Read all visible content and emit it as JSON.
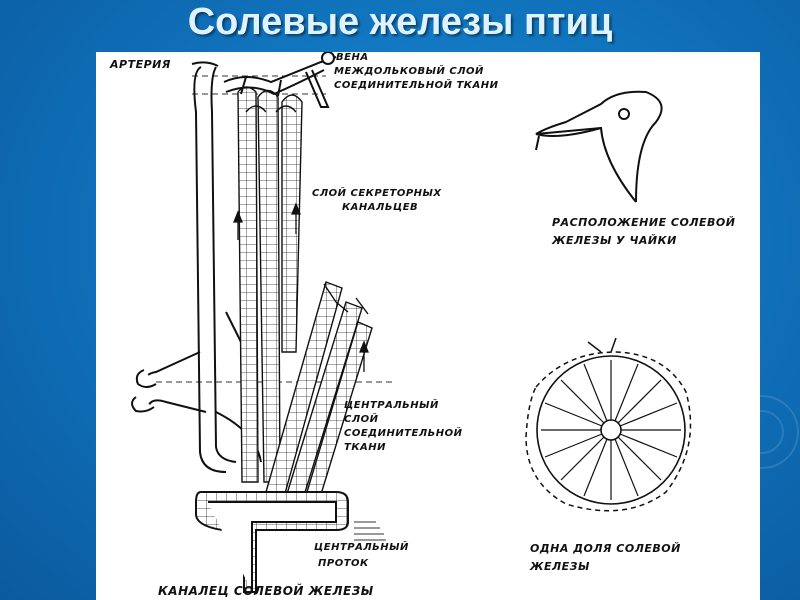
{
  "title": "Солевые железы птиц",
  "labels": {
    "artery": "АРТЕРИЯ",
    "vein": "ВЕНА",
    "interlobular_line1": "МЕЖДОЛЬКОВЫЙ СЛОЙ",
    "interlobular_line2": "СОЕДИНИТЕЛЬНОЙ ТКАНИ",
    "secretory_line1": "СЛОЙ СЕКРЕТОРНЫХ",
    "secretory_line2": "КАНАЛЬЦЕВ",
    "central_layer_line1": "ЦЕНТРАЛЬНЫЙ",
    "central_layer_line2": "СЛОЙ",
    "central_layer_line3": "СОЕДИНИТЕЛЬНОЙ",
    "central_layer_line4": "ТКАНИ",
    "central_duct_line1": "ЦЕНТРАЛЬНЫЙ",
    "central_duct_line2": "ПРОТОК",
    "bottom_caption": "КАНАЛЕЦ   СОЛЕВОЙ  ЖЕЛЕЗЫ",
    "gull_line1": "РАСПОЛОЖЕНИЕ СОЛЕВОЙ",
    "gull_line2": "ЖЕЛЕЗЫ  У  ЧАЙКИ",
    "lobe_line1": "ОДНА  ДОЛЯ  СОЛЕВОЙ",
    "lobe_line2": "ЖЕЛЕЗЫ"
  }
}
